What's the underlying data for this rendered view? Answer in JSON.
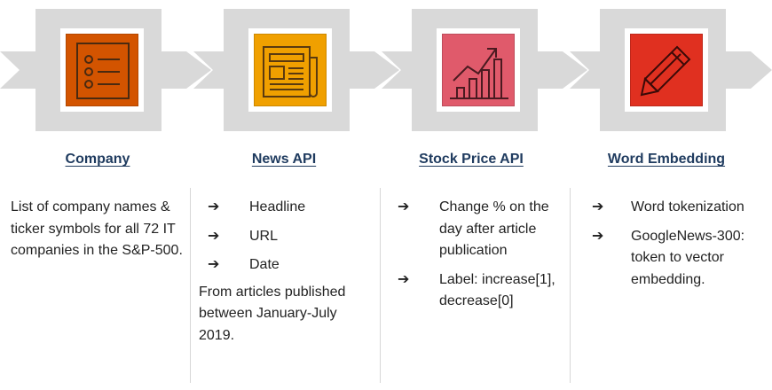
{
  "stages": [
    {
      "title": "Company",
      "icon": "list-icon",
      "color": "#d35400",
      "text": "List of company names & ticker symbols for all 72 IT companies in the S&P-500."
    },
    {
      "title": "News API",
      "icon": "newspaper-icon",
      "color": "#f0a000",
      "bullets": [
        "Headline",
        "URL",
        "Date"
      ],
      "note": "From articles published between January-July 2019."
    },
    {
      "title": "Stock Price API",
      "icon": "growth-chart-icon",
      "color": "#e05a6b",
      "bullets": [
        "Change % on the day after article publication",
        "Label: increase[1], decrease[0]"
      ]
    },
    {
      "title": "Word Embedding",
      "icon": "pencil-icon",
      "color": "#e03020",
      "bullets": [
        "Word tokenization",
        "GoogleNews-300: token to vector embedding."
      ]
    }
  ],
  "arrow_glyph": "➔",
  "chevron_color": "#d9d9d9"
}
